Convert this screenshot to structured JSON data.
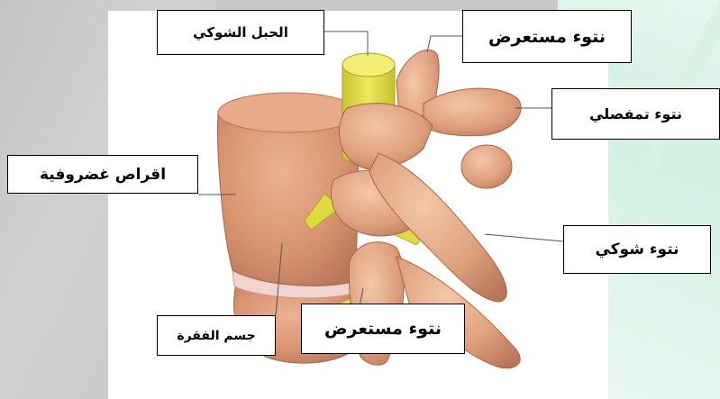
{
  "labels": {
    "spinal_cord": "الحبل الشوكي",
    "transverse_process_top": "نتوء مستعرض",
    "articular_process": "نتوء تمفصلي",
    "intervertebral_discs": "اقراص غضروفية",
    "spinous_process": "نتوء شوكي",
    "transverse_process_bottom": "نتوء مستعرض",
    "vertebral_body": "جسم الفقرة"
  },
  "colors": {
    "bone_main": "#dc9a74",
    "bone_light": "#ecc0a0",
    "bone_shadow": "#b06c4c",
    "cord_yellow": "#e4e24a",
    "disc_pink": "#f0d2cf",
    "background_gray": "#c9c9c9",
    "background_mint": "#dff5ea"
  }
}
